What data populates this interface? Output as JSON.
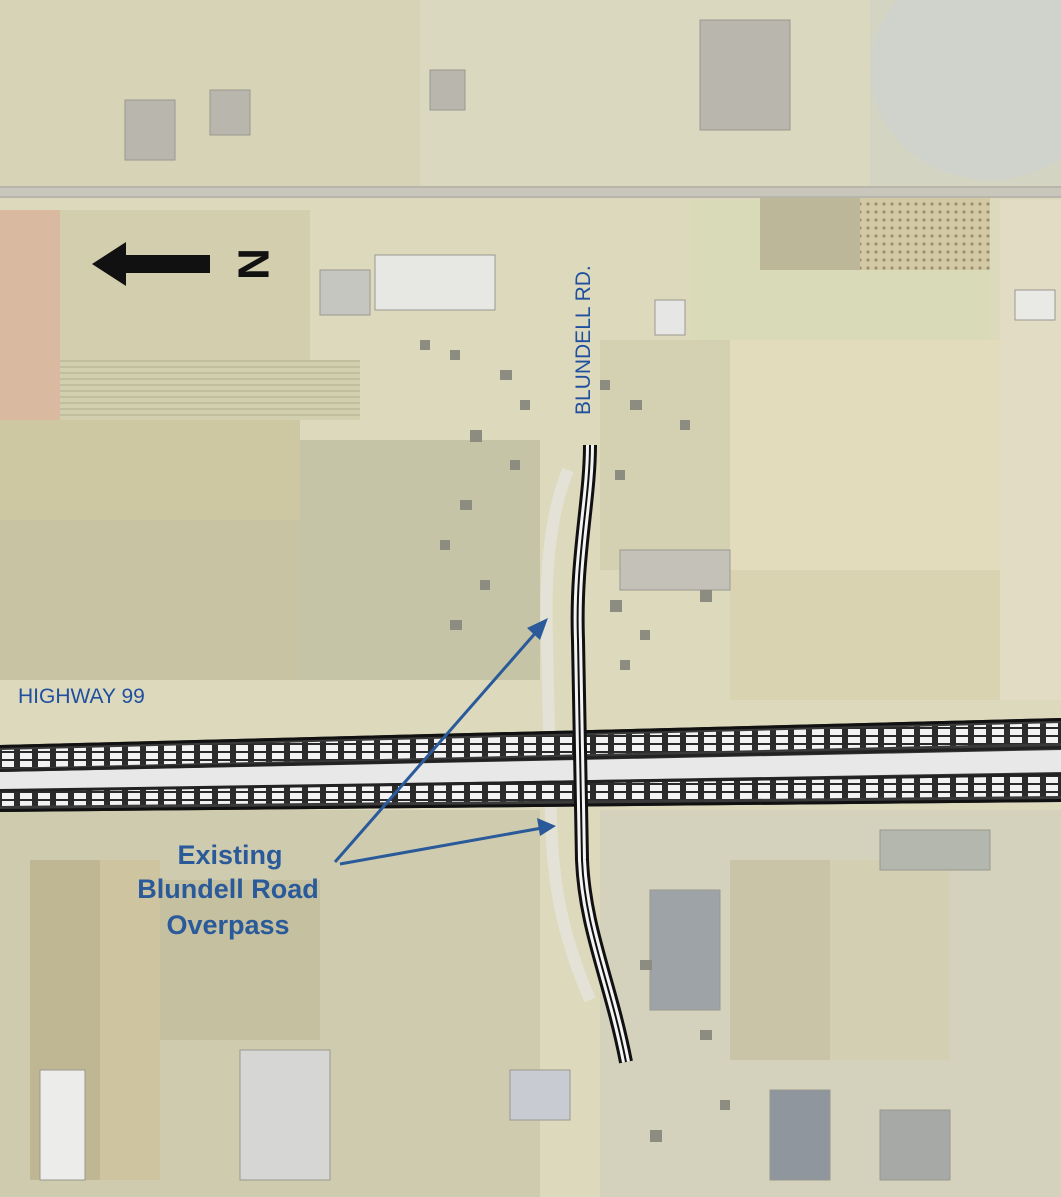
{
  "map": {
    "north_label": "N",
    "road_label": "BLUNDELL RD.",
    "highway_label": "HIGHWAY 99",
    "callout_line1": "Existing",
    "callout_line2": "Blundell Road",
    "callout_line3": "Overpass"
  },
  "colors": {
    "label_blue": "#1f4f9e",
    "callout_blue": "#2a5a9a",
    "arrow_black": "#111111",
    "field_base": "#d8d6b7",
    "road_stripe": "#ffffff"
  }
}
